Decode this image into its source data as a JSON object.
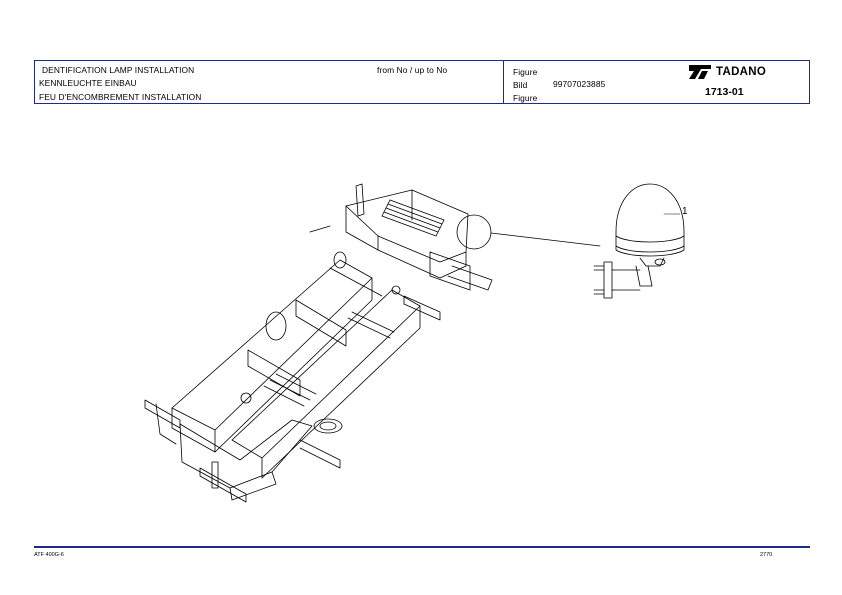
{
  "header": {
    "title_lines": [
      "DENTIFICATION LAMP INSTALLATION",
      "KENNLEUCHTE EINBAU",
      "FEU D'ENCOMBREMENT INSTALLATION"
    ],
    "range": "from No / up to No",
    "figure_labels": [
      "Figure",
      "Bild",
      "Figure"
    ],
    "figure_number": "99707023885",
    "brand": "TADANO",
    "code": "1713-01"
  },
  "callouts": [
    "1"
  ],
  "footer": {
    "left": "ATF 400G-6",
    "right": "2770"
  },
  "colors": {
    "frame": "#1e2a8c",
    "line": "#000000"
  }
}
